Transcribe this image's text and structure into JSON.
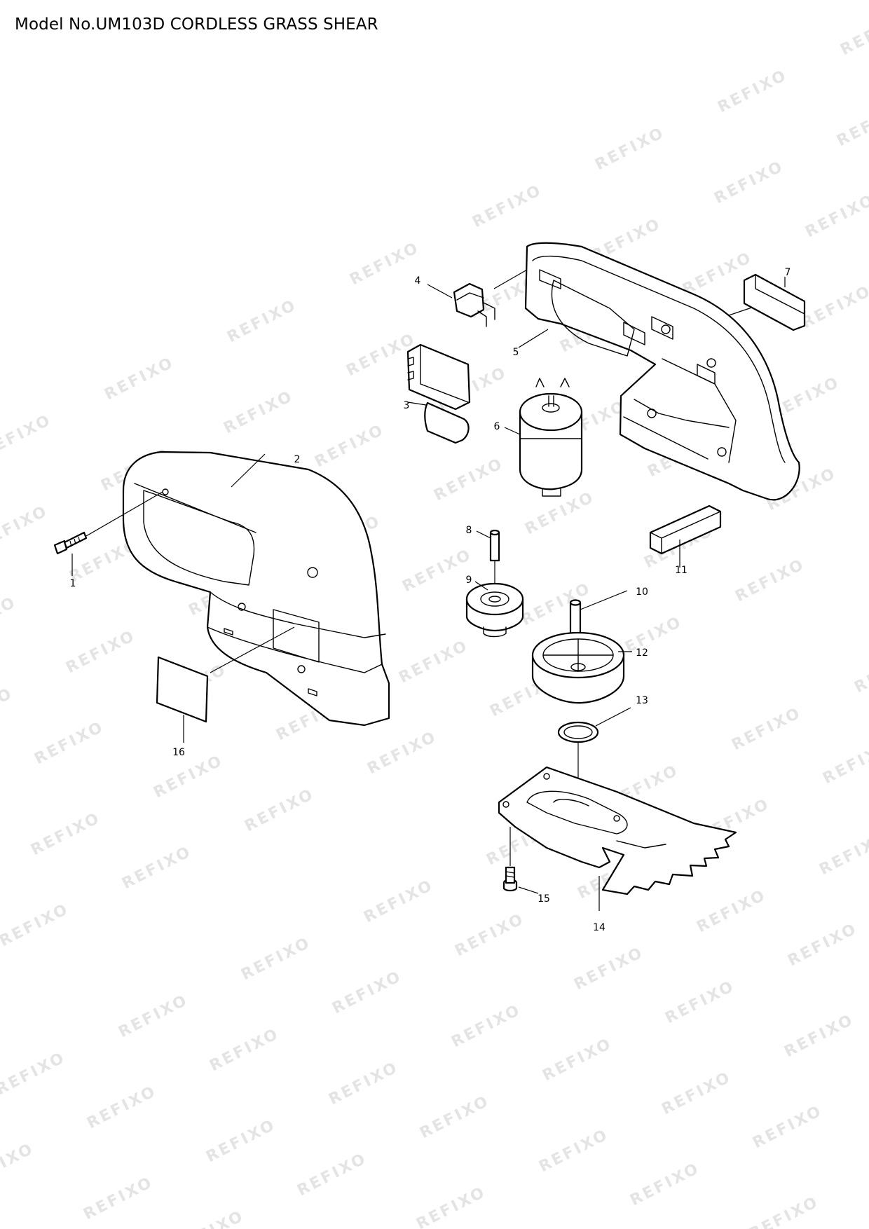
{
  "title": "Model No.UM103D CORDLESS GRASS SHEAR",
  "watermark": "REFIXO",
  "callouts": [
    "1",
    "2",
    "3",
    "4",
    "5",
    "6",
    "7",
    "8",
    "9",
    "10",
    "11",
    "12",
    "13",
    "14",
    "15",
    "16"
  ]
}
